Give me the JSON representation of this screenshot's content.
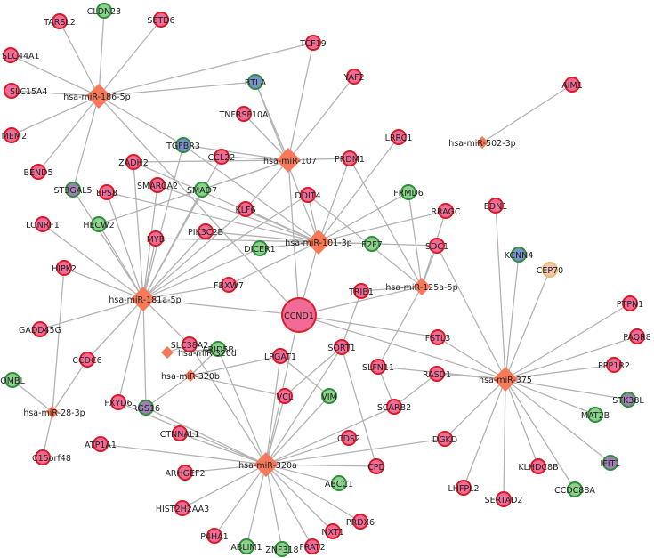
{
  "colors": {
    "mirna_fill": "#f6795a",
    "red_fill": "#f06c97",
    "red_border": "#d81b24",
    "green_fill": "#8cd28c",
    "green_border": "#2f8f3a",
    "blue_fill": "#7b92cf",
    "yellow_fill": "#f3c3b6",
    "yellow_border": "#e3c06b",
    "mixed_fill": "#a27fb4",
    "edge": "#b3b3b3"
  },
  "mirnas": [
    {
      "id": "m186",
      "label": "hsa-miR-186-5p"
    },
    {
      "id": "m107",
      "label": "hsa-miR-107"
    },
    {
      "id": "m502",
      "label": "hsa-miR-502-3p"
    },
    {
      "id": "m101",
      "label": "hsa-miR-101-3p"
    },
    {
      "id": "m125",
      "label": "hsa-miR-125a-5p"
    },
    {
      "id": "m181",
      "label": "hsa-miR-181a-5p"
    },
    {
      "id": "m320d",
      "label": "hsa-miR-320d"
    },
    {
      "id": "m320b",
      "label": "hsa-miR-320b"
    },
    {
      "id": "m28",
      "label": "hsa-miR-28-3p"
    },
    {
      "id": "m375",
      "label": "hsa-miR-375"
    },
    {
      "id": "m320a",
      "label": "hsa-miR-320a"
    }
  ],
  "genes": [
    {
      "id": "CLDN23",
      "label": "CLDN23",
      "color": "green"
    },
    {
      "id": "TARSL2",
      "label": "TARSL2",
      "color": "red"
    },
    {
      "id": "SETD6",
      "label": "SETD6",
      "color": "red"
    },
    {
      "id": "SLC44A1",
      "label": "SLC44A1",
      "color": "red"
    },
    {
      "id": "SLC15A4",
      "label": "SLC15A4",
      "color": "red"
    },
    {
      "id": "TMEM2",
      "label": "TMEM2",
      "color": "red"
    },
    {
      "id": "BEND5",
      "label": "BEND5",
      "color": "red"
    },
    {
      "id": "ST3GAL5",
      "label": "ST3GAL5",
      "color": "mixed"
    },
    {
      "id": "TCF19",
      "label": "TCF19",
      "color": "red"
    },
    {
      "id": "BTLA",
      "label": "BTLA",
      "color": "blue"
    },
    {
      "id": "YAF2",
      "label": "YAF2",
      "color": "red"
    },
    {
      "id": "TNFRSF10A",
      "label": "TNFRSF10A",
      "color": "red"
    },
    {
      "id": "AIM1",
      "label": "AIM1",
      "color": "red"
    },
    {
      "id": "TGFBR3",
      "label": "TGFBR3",
      "color": "blue"
    },
    {
      "id": "CCL22",
      "label": "CCL22",
      "color": "red"
    },
    {
      "id": "ZADH2",
      "label": "ZADH2",
      "color": "red"
    },
    {
      "id": "LRRC1",
      "label": "LRRC1",
      "color": "red"
    },
    {
      "id": "PRDM1",
      "label": "PRDM1",
      "color": "red"
    },
    {
      "id": "SMARCA2",
      "label": "SMARCA2",
      "color": "red"
    },
    {
      "id": "SMAD7",
      "label": "SMAD7",
      "color": "green"
    },
    {
      "id": "DDIT4",
      "label": "DDIT4",
      "color": "red"
    },
    {
      "id": "FRMD6",
      "label": "FRMD6",
      "color": "green"
    },
    {
      "id": "EPS8",
      "label": "EPS8",
      "color": "red"
    },
    {
      "id": "KLF6",
      "label": "KLF6",
      "color": "red"
    },
    {
      "id": "RRAGC",
      "label": "RRAGC",
      "color": "red"
    },
    {
      "id": "EDN1",
      "label": "EDN1",
      "color": "red"
    },
    {
      "id": "LONRF1",
      "label": "LONRF1",
      "color": "red"
    },
    {
      "id": "HECW2",
      "label": "HECW2",
      "color": "green"
    },
    {
      "id": "PIK3C2B",
      "label": "PIK3C2B",
      "color": "red"
    },
    {
      "id": "MYB",
      "label": "MYB",
      "color": "red"
    },
    {
      "id": "DICER1",
      "label": "DICER1",
      "color": "green"
    },
    {
      "id": "E2F7",
      "label": "E2F7",
      "color": "green"
    },
    {
      "id": "SDC1",
      "label": "SDC1",
      "color": "red"
    },
    {
      "id": "KCNN4",
      "label": "KCNN4",
      "color": "blue"
    },
    {
      "id": "CEP70",
      "label": "CEP70",
      "color": "yellow"
    },
    {
      "id": "HIPK2",
      "label": "HIPK2",
      "color": "red"
    },
    {
      "id": "FBXW7",
      "label": "FBXW7",
      "color": "red"
    },
    {
      "id": "CCND1",
      "label": "CCND1",
      "color": "red",
      "size": "large"
    },
    {
      "id": "TRIB1",
      "label": "TRIB1",
      "color": "red"
    },
    {
      "id": "PTPN1",
      "label": "PTPN1",
      "color": "red"
    },
    {
      "id": "GADD45G",
      "label": "GADD45G",
      "color": "red"
    },
    {
      "id": "SLC38A2",
      "label": "SLC38A2",
      "color": "red"
    },
    {
      "id": "ARID5B",
      "label": "ARID5B",
      "color": "green"
    },
    {
      "id": "LPGAT1",
      "label": "LPGAT1",
      "color": "red"
    },
    {
      "id": "SORT1",
      "label": "SORT1",
      "color": "red"
    },
    {
      "id": "FSTL3",
      "label": "FSTL3",
      "color": "red"
    },
    {
      "id": "PAQR8",
      "label": "PAQR8",
      "color": "red"
    },
    {
      "id": "CCDC6",
      "label": "CCDC6",
      "color": "red"
    },
    {
      "id": "PPP1R2",
      "label": "PPP1R2",
      "color": "red"
    },
    {
      "id": "OMBL",
      "label": "OMBL",
      "color": "green"
    },
    {
      "id": "SLFN11",
      "label": "SLFN11",
      "color": "red"
    },
    {
      "id": "RASD1",
      "label": "RASD1",
      "color": "red"
    },
    {
      "id": "STK38L",
      "label": "STK38L",
      "color": "mixed"
    },
    {
      "id": "FXYD6",
      "label": "FXYD6",
      "color": "red"
    },
    {
      "id": "RGS16",
      "label": "RGS16",
      "color": "mixed"
    },
    {
      "id": "VCL",
      "label": "VCL",
      "color": "red"
    },
    {
      "id": "VIM",
      "label": "VIM",
      "color": "green"
    },
    {
      "id": "SCARB2",
      "label": "SCARB2",
      "color": "red"
    },
    {
      "id": "MAT2B",
      "label": "MAT2B",
      "color": "green"
    },
    {
      "id": "CTNNAL1",
      "label": "CTNNAL1",
      "color": "red"
    },
    {
      "id": "CDS2",
      "label": "CDS2",
      "color": "red"
    },
    {
      "id": "DGKD",
      "label": "DGKD",
      "color": "red"
    },
    {
      "id": "IFIT1",
      "label": "IFIT1",
      "color": "mixed"
    },
    {
      "id": "ATP1A1",
      "label": "ATP1A1",
      "color": "red"
    },
    {
      "id": "C15orf48",
      "label": "C15orf48",
      "color": "red"
    },
    {
      "id": "KLHDC8B",
      "label": "KLHDC8B",
      "color": "red"
    },
    {
      "id": "ARHGEF2",
      "label": "ARHGEF2",
      "color": "red"
    },
    {
      "id": "CPD",
      "label": "CPD",
      "color": "red"
    },
    {
      "id": "ABCC1",
      "label": "ABCC1",
      "color": "green"
    },
    {
      "id": "LHFPL2",
      "label": "LHFPL2",
      "color": "red"
    },
    {
      "id": "CCDC88A",
      "label": "CCDC88A",
      "color": "green"
    },
    {
      "id": "SERTAD2",
      "label": "SERTAD2",
      "color": "red"
    },
    {
      "id": "HIST2H2AA3",
      "label": "HIST2H2AA3",
      "color": "red"
    },
    {
      "id": "PRDX6",
      "label": "PRDX6",
      "color": "red"
    },
    {
      "id": "P4HA1",
      "label": "P4HA1",
      "color": "red"
    },
    {
      "id": "ABLIM1",
      "label": "ABLIM1",
      "color": "green"
    },
    {
      "id": "ZNF318",
      "label": "ZNF318",
      "color": "green"
    },
    {
      "id": "NXT1",
      "label": "NXT1",
      "color": "red"
    },
    {
      "id": "FRAT2",
      "label": "FRAT2",
      "color": "red"
    }
  ],
  "edges": [
    [
      "m186",
      "CLDN23"
    ],
    [
      "m186",
      "TARSL2"
    ],
    [
      "m186",
      "SETD6"
    ],
    [
      "m186",
      "SLC44A1"
    ],
    [
      "m186",
      "SLC15A4"
    ],
    [
      "m186",
      "TMEM2"
    ],
    [
      "m186",
      "BEND5"
    ],
    [
      "m186",
      "ST3GAL5"
    ],
    [
      "m186",
      "BTLA"
    ],
    [
      "m186",
      "TCF19"
    ],
    [
      "m186",
      "TGFBR3"
    ],
    [
      "m186",
      "CCND1"
    ],
    [
      "m107",
      "BTLA"
    ],
    [
      "m107",
      "YAF2"
    ],
    [
      "m107",
      "TNFRSF10A"
    ],
    [
      "m107",
      "TGFBR3"
    ],
    [
      "m107",
      "CCL22"
    ],
    [
      "m107",
      "PRDM1"
    ],
    [
      "m107",
      "SMAD7"
    ],
    [
      "m107",
      "HECW2"
    ],
    [
      "m107",
      "CCND1"
    ],
    [
      "m107",
      "KLF6"
    ],
    [
      "m107",
      "TCF19"
    ],
    [
      "m107",
      "ZADH2"
    ],
    [
      "m502",
      "AIM1"
    ],
    [
      "m101",
      "BTLA"
    ],
    [
      "m101",
      "PRDM1"
    ],
    [
      "m101",
      "LRRC1"
    ],
    [
      "m101",
      "FRMD6"
    ],
    [
      "m101",
      "DDIT4"
    ],
    [
      "m101",
      "KLF6"
    ],
    [
      "m101",
      "SMARCA2"
    ],
    [
      "m101",
      "DICER1"
    ],
    [
      "m101",
      "SDC1"
    ],
    [
      "m101",
      "E2F7"
    ],
    [
      "m101",
      "CCND1"
    ],
    [
      "m101",
      "MYB"
    ],
    [
      "m101",
      "ZADH2"
    ],
    [
      "m101",
      "EPS8"
    ],
    [
      "m101",
      "RRAGC"
    ],
    [
      "m101",
      "FBXW7"
    ],
    [
      "m101",
      "PIK3C2B"
    ],
    [
      "m101",
      "TGFBR3"
    ],
    [
      "m125",
      "PRDM1"
    ],
    [
      "m125",
      "DDIT4"
    ],
    [
      "m125",
      "RRAGC"
    ],
    [
      "m125",
      "SDC1"
    ],
    [
      "m125",
      "TRIB1"
    ],
    [
      "m125",
      "CCND1"
    ],
    [
      "m125",
      "SLFN11"
    ],
    [
      "m125",
      "FRMD6"
    ],
    [
      "m181",
      "LONRF1"
    ],
    [
      "m181",
      "HIPK2"
    ],
    [
      "m181",
      "GADD45G"
    ],
    [
      "m181",
      "CCDC6"
    ],
    [
      "m181",
      "EPS8"
    ],
    [
      "m181",
      "TGFBR3"
    ],
    [
      "m181",
      "MYB"
    ],
    [
      "m181",
      "SMAD7"
    ],
    [
      "m181",
      "HECW2"
    ],
    [
      "m181",
      "ZADH2"
    ],
    [
      "m181",
      "FBXW7"
    ],
    [
      "m181",
      "CCND1"
    ],
    [
      "m181",
      "SLC38A2"
    ],
    [
      "m181",
      "FXYD6"
    ],
    [
      "m181",
      "KLF6"
    ],
    [
      "m181",
      "DICER1"
    ],
    [
      "m181",
      "ST3GAL5"
    ],
    [
      "m181",
      "SMARCA2"
    ],
    [
      "m181",
      "PIK3C2B"
    ],
    [
      "m181",
      "DDIT4"
    ],
    [
      "m181",
      "RGS16"
    ],
    [
      "m181",
      "CCL22"
    ],
    [
      "m320d",
      "SLC38A2"
    ],
    [
      "m320d",
      "ARID5B"
    ],
    [
      "m320b",
      "ARID5B"
    ],
    [
      "m320b",
      "VCL"
    ],
    [
      "m320b",
      "RGS16"
    ],
    [
      "m320b",
      "LPGAT1"
    ],
    [
      "m28",
      "OMBL"
    ],
    [
      "m28",
      "CCDC6"
    ],
    [
      "m28",
      "C15orf48"
    ],
    [
      "m28",
      "HIPK2"
    ],
    [
      "m375",
      "SDC1"
    ],
    [
      "m375",
      "KCNN4"
    ],
    [
      "m375",
      "CEP70"
    ],
    [
      "m375",
      "PTPN1"
    ],
    [
      "m375",
      "PAQR8"
    ],
    [
      "m375",
      "PPP1R2"
    ],
    [
      "m375",
      "STK38L"
    ],
    [
      "m375",
      "MAT2B"
    ],
    [
      "m375",
      "IFIT1"
    ],
    [
      "m375",
      "KLHDC8B"
    ],
    [
      "m375",
      "CCDC88A"
    ],
    [
      "m375",
      "SERTAD2"
    ],
    [
      "m375",
      "LHFPL2"
    ],
    [
      "m375",
      "DGKD"
    ],
    [
      "m375",
      "RASD1"
    ],
    [
      "m375",
      "FSTL3"
    ],
    [
      "m375",
      "SLFN11"
    ],
    [
      "m375",
      "CCND1"
    ],
    [
      "m375",
      "EDN1"
    ],
    [
      "m320a",
      "VCL"
    ],
    [
      "m320a",
      "VIM"
    ],
    [
      "m320a",
      "CDS2"
    ],
    [
      "m320a",
      "CPD"
    ],
    [
      "m320a",
      "ABCC1"
    ],
    [
      "m320a",
      "PRDX6"
    ],
    [
      "m320a",
      "NXT1"
    ],
    [
      "m320a",
      "FRAT2"
    ],
    [
      "m320a",
      "ZNF318"
    ],
    [
      "m320a",
      "ABLIM1"
    ],
    [
      "m320a",
      "P4HA1"
    ],
    [
      "m320a",
      "HIST2H2AA3"
    ],
    [
      "m320a",
      "ARHGEF2"
    ],
    [
      "m320a",
      "ATP1A1"
    ],
    [
      "m320a",
      "CTNNAL1"
    ],
    [
      "m320a",
      "RGS16"
    ],
    [
      "m320a",
      "SLC38A2"
    ],
    [
      "m320a",
      "ARID5B"
    ],
    [
      "m320a",
      "LPGAT1"
    ],
    [
      "m320a",
      "SORT1"
    ],
    [
      "m320a",
      "SCARB2"
    ],
    [
      "m320a",
      "FXYD6"
    ],
    [
      "m320a",
      "DGKD"
    ],
    [
      "m320a",
      "CCND1"
    ],
    [
      "CCND1",
      "FSTL3"
    ],
    [
      "SORT1",
      "TRIB1"
    ],
    [
      "SORT1",
      "CPD"
    ],
    [
      "SCARB2",
      "SLFN11"
    ],
    [
      "SCARB2",
      "RASD1"
    ],
    [
      "VCL",
      "SORT1"
    ],
    [
      "VIM",
      "LPGAT1"
    ]
  ]
}
